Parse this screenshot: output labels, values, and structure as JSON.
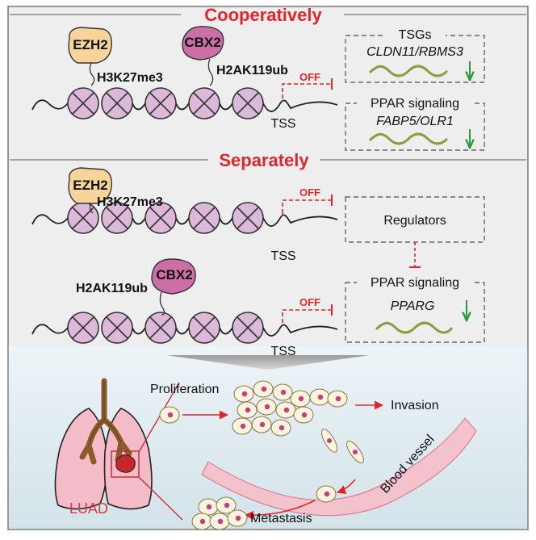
{
  "sections": {
    "cooperatively": "Cooperatively",
    "separately": "Separately"
  },
  "proteins": {
    "ezh2": "EZH2",
    "cbx2": "CBX2"
  },
  "marks": {
    "h3": "H3K27me3",
    "h2a": "H2AK119ub"
  },
  "labels": {
    "off": "OFF",
    "tss": "TSS"
  },
  "boxes": {
    "tsgs_title": "TSGs",
    "tsgs_genes": "CLDN11/RBMS3",
    "ppar_title": "PPAR signaling",
    "ppar_genes": "FABP5/OLR1",
    "regulators": "Regulators",
    "ppar2_title": "PPAR signaling",
    "ppar2_genes": "PPARG"
  },
  "processes": {
    "proliferation": "Proliferation",
    "invasion": "Invasion",
    "metastasis": "Metastasis",
    "blood_vessel": "Blood vessel",
    "luad": "LUAD"
  },
  "colors": {
    "accent_red": "#e0262a",
    "ezh2_fill": "#f7d59a",
    "cbx2_fill": "#cc6fa6",
    "nucleosome_fill": "#dcb9d9",
    "gene_wave": "#8e9a3c",
    "down_arrow": "#2a9b3c",
    "bottom_bg": "#dde9ee",
    "lung_fill": "#f4bcc8",
    "airway": "#8f5a2a"
  }
}
